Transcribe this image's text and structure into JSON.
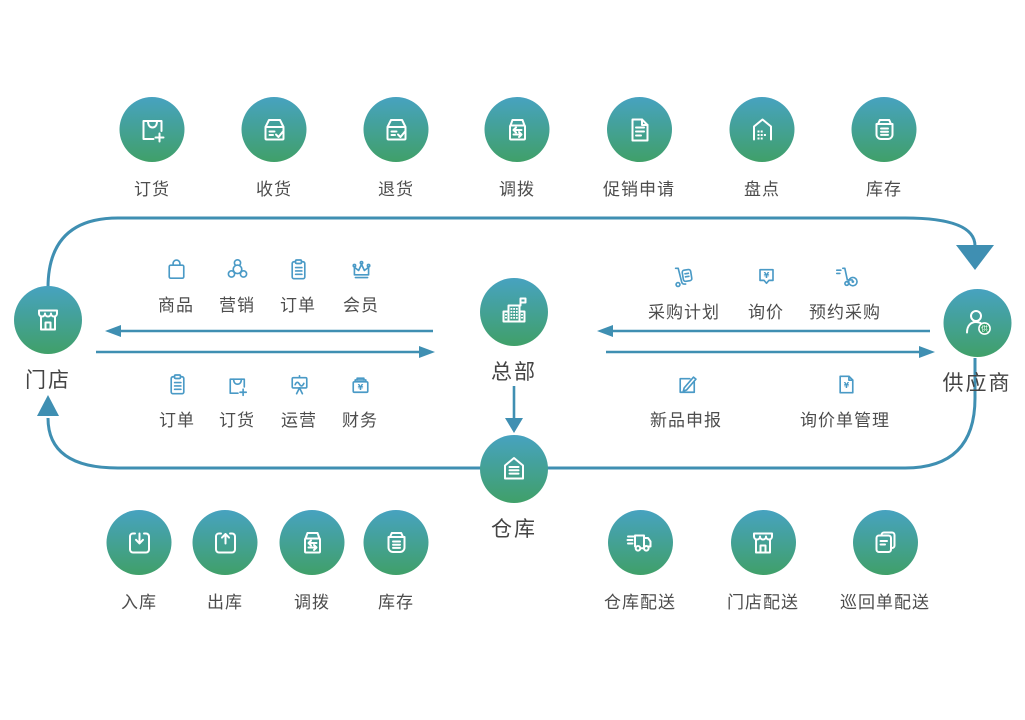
{
  "colors": {
    "node_gradient_top": "#47a2c0",
    "node_gradient_bottom": "#40a069",
    "connector_blue": "#3f8fb2",
    "small_icon_blue": "#4a9ac6",
    "label_gray": "#4d4d4d"
  },
  "top_row": {
    "items": [
      {
        "label": "订货",
        "icon": "bag-plus-icon"
      },
      {
        "label": "收货",
        "icon": "box-check-icon"
      },
      {
        "label": "退货",
        "icon": "box-check-icon"
      },
      {
        "label": "调拨",
        "icon": "box-swap-icon"
      },
      {
        "label": "促销申请",
        "icon": "document-icon"
      },
      {
        "label": "盘点",
        "icon": "stocktake-building-icon"
      },
      {
        "label": "库存",
        "icon": "box-lines-icon"
      }
    ]
  },
  "nodes": {
    "store": {
      "label": "门店",
      "icon": "storefront-icon"
    },
    "hq": {
      "label": "总部",
      "icon": "headquarters-icon"
    },
    "supplier": {
      "label": "供应商",
      "icon": "supplier-person-icon",
      "badge": "供"
    },
    "warehouse": {
      "label": "仓库",
      "icon": "warehouse-house-icon"
    }
  },
  "store_hq": {
    "row1": [
      {
        "label": "商品",
        "icon": "shopping-bag-icon"
      },
      {
        "label": "营销",
        "icon": "marketing-group-icon"
      },
      {
        "label": "订单",
        "icon": "order-clipboard-icon"
      },
      {
        "label": "会员",
        "icon": "member-crown-icon"
      }
    ],
    "row2": [
      {
        "label": "订单",
        "icon": "order-clipboard-icon"
      },
      {
        "label": "订货",
        "icon": "bag-plus-icon"
      },
      {
        "label": "运营",
        "icon": "operations-board-icon"
      },
      {
        "label": "财务",
        "icon": "finance-cashbox-icon"
      }
    ]
  },
  "hq_supplier": {
    "row1": [
      {
        "label": "采购计划",
        "icon": "purchase-plan-trolley-icon"
      },
      {
        "label": "询价",
        "icon": "inquiry-bubble-icon"
      },
      {
        "label": "预约采购",
        "icon": "reserve-purchase-cart-icon"
      }
    ],
    "row2": [
      {
        "label": "新品申报",
        "icon": "new-product-edit-icon"
      },
      {
        "label": "询价单管理",
        "icon": "inquiry-doc-icon"
      }
    ]
  },
  "warehouse_ops": {
    "items": [
      {
        "label": "入库",
        "icon": "inbound-arrow-icon"
      },
      {
        "label": "出库",
        "icon": "outbound-arrow-icon"
      },
      {
        "label": "调拨",
        "icon": "box-swap-icon"
      },
      {
        "label": "库存",
        "icon": "box-lines-icon"
      }
    ]
  },
  "delivery": {
    "items": [
      {
        "label": "仓库配送",
        "icon": "delivery-truck-icon"
      },
      {
        "label": "门店配送",
        "icon": "storefront-icon"
      },
      {
        "label": "巡回单配送",
        "icon": "docs-stack-icon"
      }
    ]
  }
}
